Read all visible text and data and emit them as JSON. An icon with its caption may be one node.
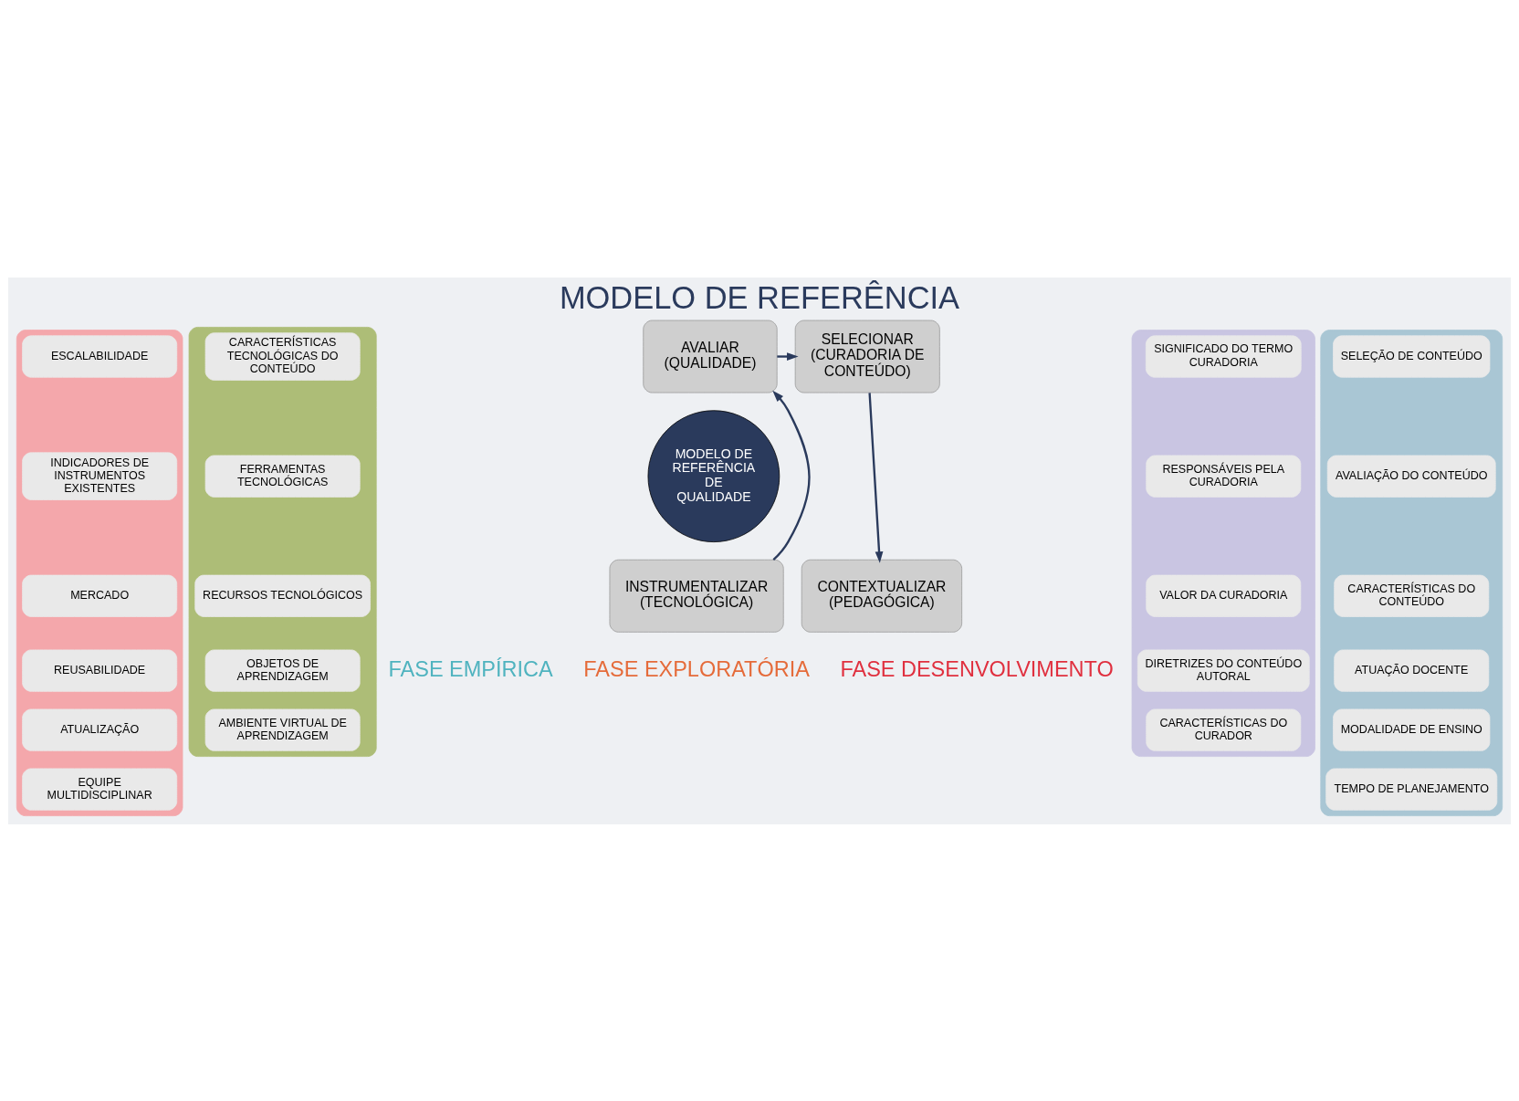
{
  "diagram": {
    "title": "MODELO DE REFERÊNCIA",
    "nodes": [
      {
        "text": [],
        "shape": "box"
      },
      {
        "text": [
          "ESCALABILIDADE"
        ],
        "in": 0
      },
      {
        "text": [
          "INDICADORES DE INSTRUMENTOS EXISTENTES"
        ],
        "in": 0
      },
      {
        "text": [
          "MERCADO"
        ],
        "in": 0
      },
      {
        "text": [
          "REUSABILIDADE"
        ],
        "in": 0
      },
      {
        "text": [
          "ATUALIZAÇÃO"
        ],
        "in": 0
      },
      {
        "text": [
          "EQUIPE MULTIDISCIPLINAR"
        ],
        "in": 0
      },
      {
        "text": [],
        "shape": "box"
      },
      {
        "text": [
          "SIGNIFICADO DO TERMO CURADORIA"
        ],
        "in": 7
      },
      {
        "text": [
          "RESPONSÁVEIS PELA CURADORIA"
        ],
        "in": 7
      },
      {
        "text": [
          "VALOR DA CURADORIA"
        ],
        "in": 7
      },
      {
        "text": [
          "DIRETRIZES DO CONTEÚDO AUTORAL"
        ],
        "in": 7
      },
      {
        "text": [
          "CARACTERÍSTICAS DO CURADOR"
        ],
        "in": 7
      },
      {
        "text": [],
        "shape": "box"
      },
      {
        "text": [
          "CARACTERÍSTICAS TECNOLÓGICAS DO CONTEÚDO"
        ],
        "in": 13
      },
      {
        "text": [
          "FERRAMENTAS TECNOLÓGICAS"
        ],
        "in": 13
      },
      {
        "text": [
          "RECURSOS TECNOLÓGICOS"
        ],
        "in": 13
      },
      {
        "text": [
          "OBJETOS DE APRENDIZAGEM"
        ],
        "in": 13
      },
      {
        "text": [
          "AMBIENTE VIRTUAL DE APRENDIZAGEM"
        ],
        "in": 13
      },
      {
        "text": [],
        "shape": "box"
      },
      {
        "text": [
          "SELEÇÃO DE CONTEÚDO"
        ],
        "in": 19
      },
      {
        "text": [
          "AVALIAÇÃO DO CONTEÚDO"
        ],
        "in": 19
      },
      {
        "text": [
          "CARACTERÍSTICAS DO CONTEÚDO"
        ],
        "in": 19
      },
      {
        "text": [
          "ATUAÇÃO DOCENTE"
        ],
        "in": 19
      },
      {
        "text": [
          "MODALIDADE DE ENSINO"
        ],
        "in": 19
      },
      {
        "text": [
          "TEMPO DE PLANEJAMENTO"
        ],
        "in": 19
      },
      {
        "text": [
          "AVALIAR",
          "(QUALIDADE)"
        ]
      },
      {
        "text": [
          "SELECIONAR",
          "(CURADORIA DE CONTEÚDO)"
        ]
      },
      {
        "text": [
          "MODELO DE REFERÊNCIA DE QUALIDADE"
        ]
      },
      {
        "text": [
          "INSTRUMENTALIZAR",
          "(TECNOLÓGICA)"
        ]
      },
      {
        "text": [
          "CONTEXTUALIZAR",
          "(PEDAGÓGICA)"
        ]
      }
    ],
    "edges": [
      {
        "from": 26,
        "to": 27,
        "arrow": "to"
      },
      {
        "from": 27,
        "to": 30,
        "arrow": "to"
      },
      {
        "from": 29,
        "to": 26,
        "arrow": "to"
      }
    ],
    "labels": [
      "FASE EMPÍRICA",
      "FASE EXPLORATÓRIA",
      "FASE DESENVOLVIMENTO"
    ]
  }
}
